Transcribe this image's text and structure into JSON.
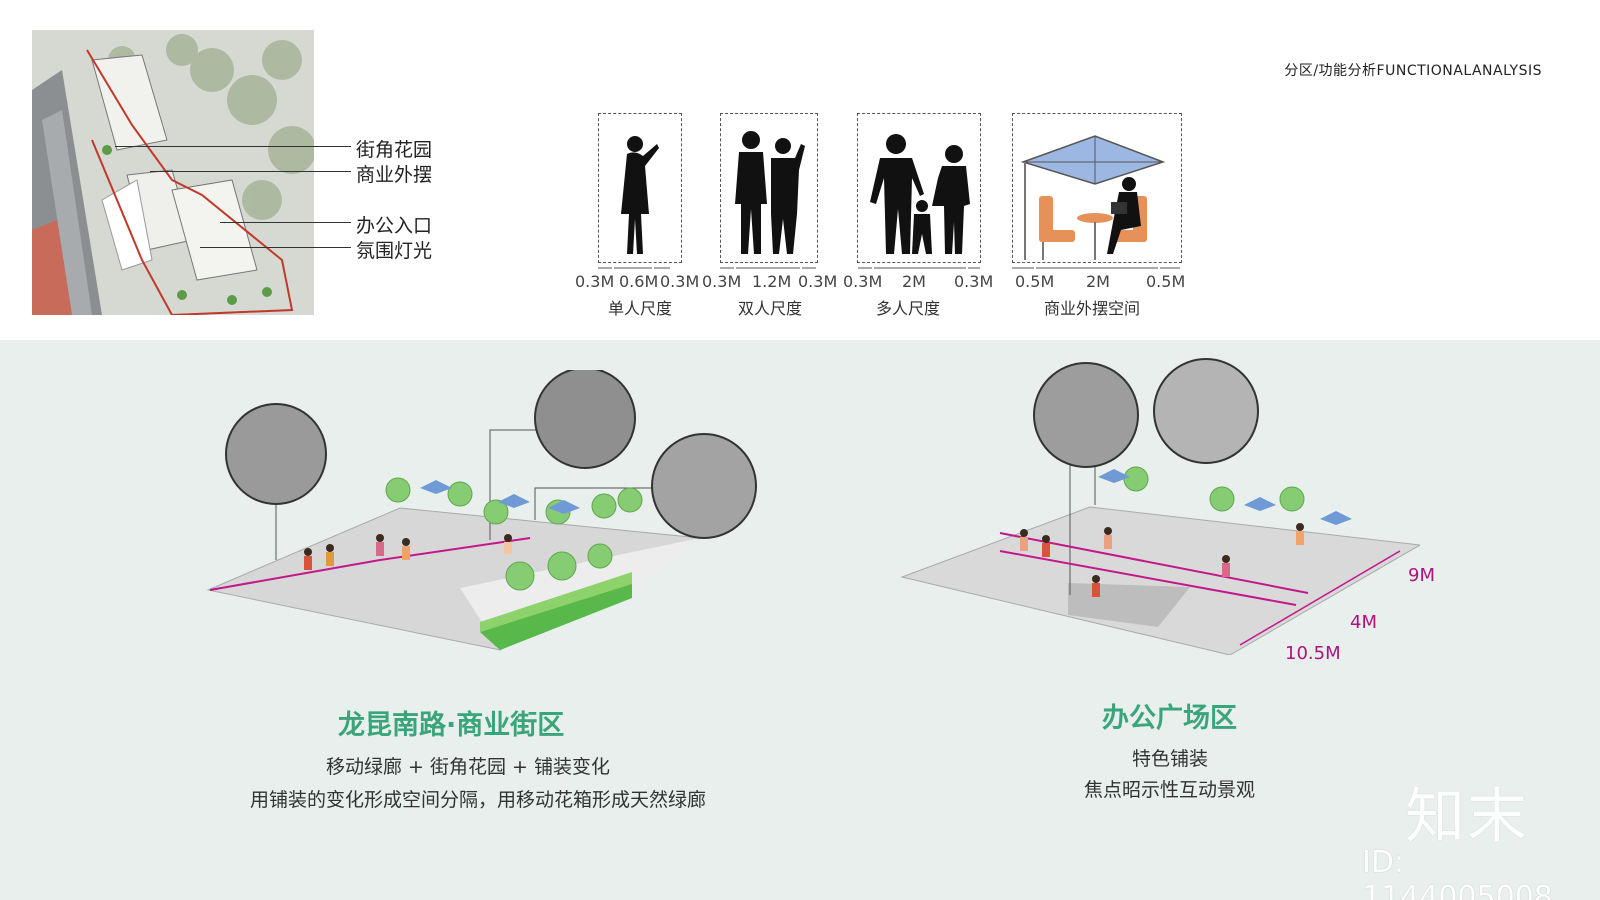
{
  "header": {
    "title": "分区/功能分析FUNCTIONALANALYSIS"
  },
  "site_plan": {
    "labels": [
      "街角花园",
      "商业外摆",
      "办公入口",
      "氛围灯光"
    ]
  },
  "scales": [
    {
      "caption": "单人尺度",
      "dims": [
        "0.3M",
        "0.6M",
        "0.3M"
      ]
    },
    {
      "caption": "双人尺度",
      "dims": [
        "0.3M",
        "1.2M",
        "0.3M"
      ]
    },
    {
      "caption": "多人尺度",
      "dims": [
        "0.3M",
        "2M",
        "0.3M"
      ]
    },
    {
      "caption": "商业外摆空间",
      "dims": [
        "0.5M",
        "2M",
        "0.5M"
      ]
    }
  ],
  "zones": [
    {
      "title": "龙昆南路·商业街区",
      "line1": "移动绿廊 + 街角花园 + 铺装变化",
      "line2": "用铺装的变化形成空间分隔，用移动花箱形成天然绿廊",
      "color": "#3aa57a"
    },
    {
      "title": "办公广场区",
      "line1": "特色铺装",
      "line2": "焦点昭示性互动景观",
      "color": "#3aa57a",
      "measures": [
        "9M",
        "4M",
        "10.5M"
      ]
    }
  ],
  "brand": {
    "logo": "知末",
    "id": "ID: 1144005008"
  },
  "colors": {
    "accent_line": "#c2188b",
    "green": "#6cc04a",
    "bg_bottom": "#e8efed"
  }
}
